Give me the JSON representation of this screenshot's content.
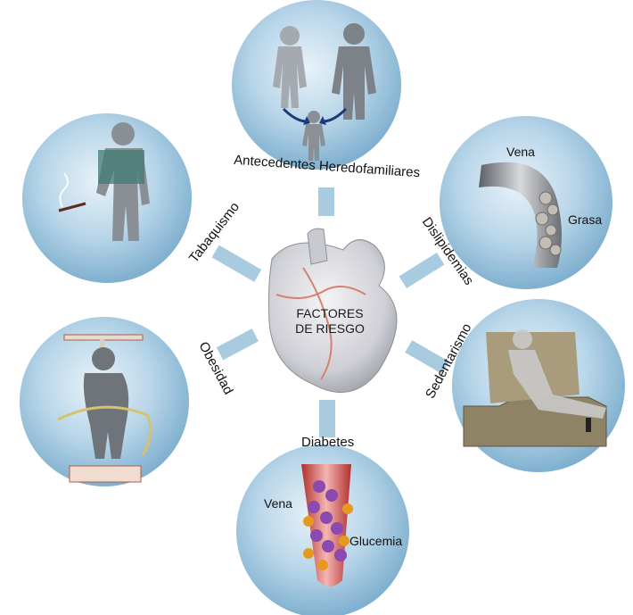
{
  "center": {
    "line1": "FACTORES",
    "line2": "DE RIESGO"
  },
  "factors": {
    "heredofamiliares": "Antecedentes Heredofamiliares",
    "tabaquismo": "Tabaquismo",
    "dislipidemias": "Dislipidemias",
    "obesidad": "Obesidad",
    "sedentarismo": "Sedentarismo",
    "diabetes": "Diabetes"
  },
  "annotations": {
    "dislipidemias_vena": "Vena",
    "dislipidemias_grasa": "Grasa",
    "diabetes_vena": "Vena",
    "diabetes_glucemia": "Glucemia"
  },
  "colors": {
    "circle_light": "#dcebf5",
    "circle_dark": "#7fb0cf",
    "connector": "#a9cbe0",
    "silhouette": "#8a8f96",
    "heart": "#d8d9de"
  }
}
